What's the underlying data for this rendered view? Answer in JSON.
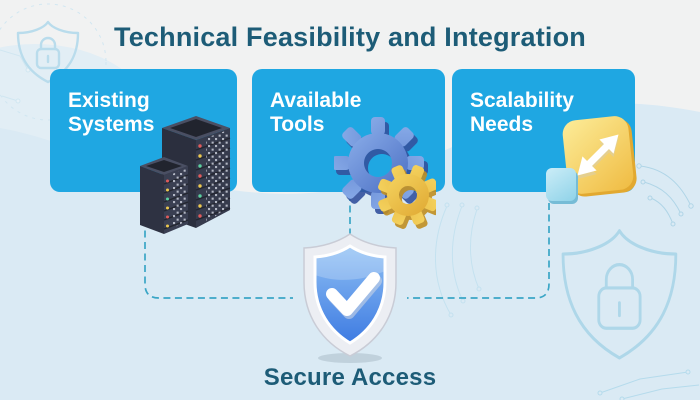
{
  "title": {
    "text": "Technical Feasibility and Integration",
    "color": "#1d5c77"
  },
  "cards": [
    {
      "line1": "Existing",
      "line2": "Systems",
      "icon": "server-rack-icon",
      "bg": "#1fa7e2"
    },
    {
      "line1": "Available",
      "line2": "Tools",
      "icon": "gears-icon",
      "bg": "#1fa7e2"
    },
    {
      "line1": "Scalability",
      "line2": "Needs",
      "icon": "scale-cube-icon",
      "bg": "#1fa7e2"
    }
  ],
  "footer": {
    "label": "Secure Access",
    "icon": "shield-check-icon",
    "color": "#1d5c77"
  },
  "connectors": {
    "style": "dashed",
    "color": "#3aa6c6"
  },
  "decor": {
    "background": "#f1f2f2",
    "blob": "#daeaf4",
    "watermarks": [
      "shield-lock-outline-small",
      "shield-lock-outline-large"
    ],
    "watermark_stroke": "#aed7e9",
    "circuit_color": "#a9d2e5"
  },
  "palette": {
    "card_blue": "#1fa7e2",
    "title_teal": "#1d5c77",
    "gear_blue": "#5b85d6",
    "gear_yellow": "#f2c63f",
    "cube_yellow": "#f5d469",
    "cube_blue": "#a5dcee",
    "server_dark": "#343949",
    "shield_blue": "#4d86e6",
    "shield_rim": "#eceef3"
  }
}
